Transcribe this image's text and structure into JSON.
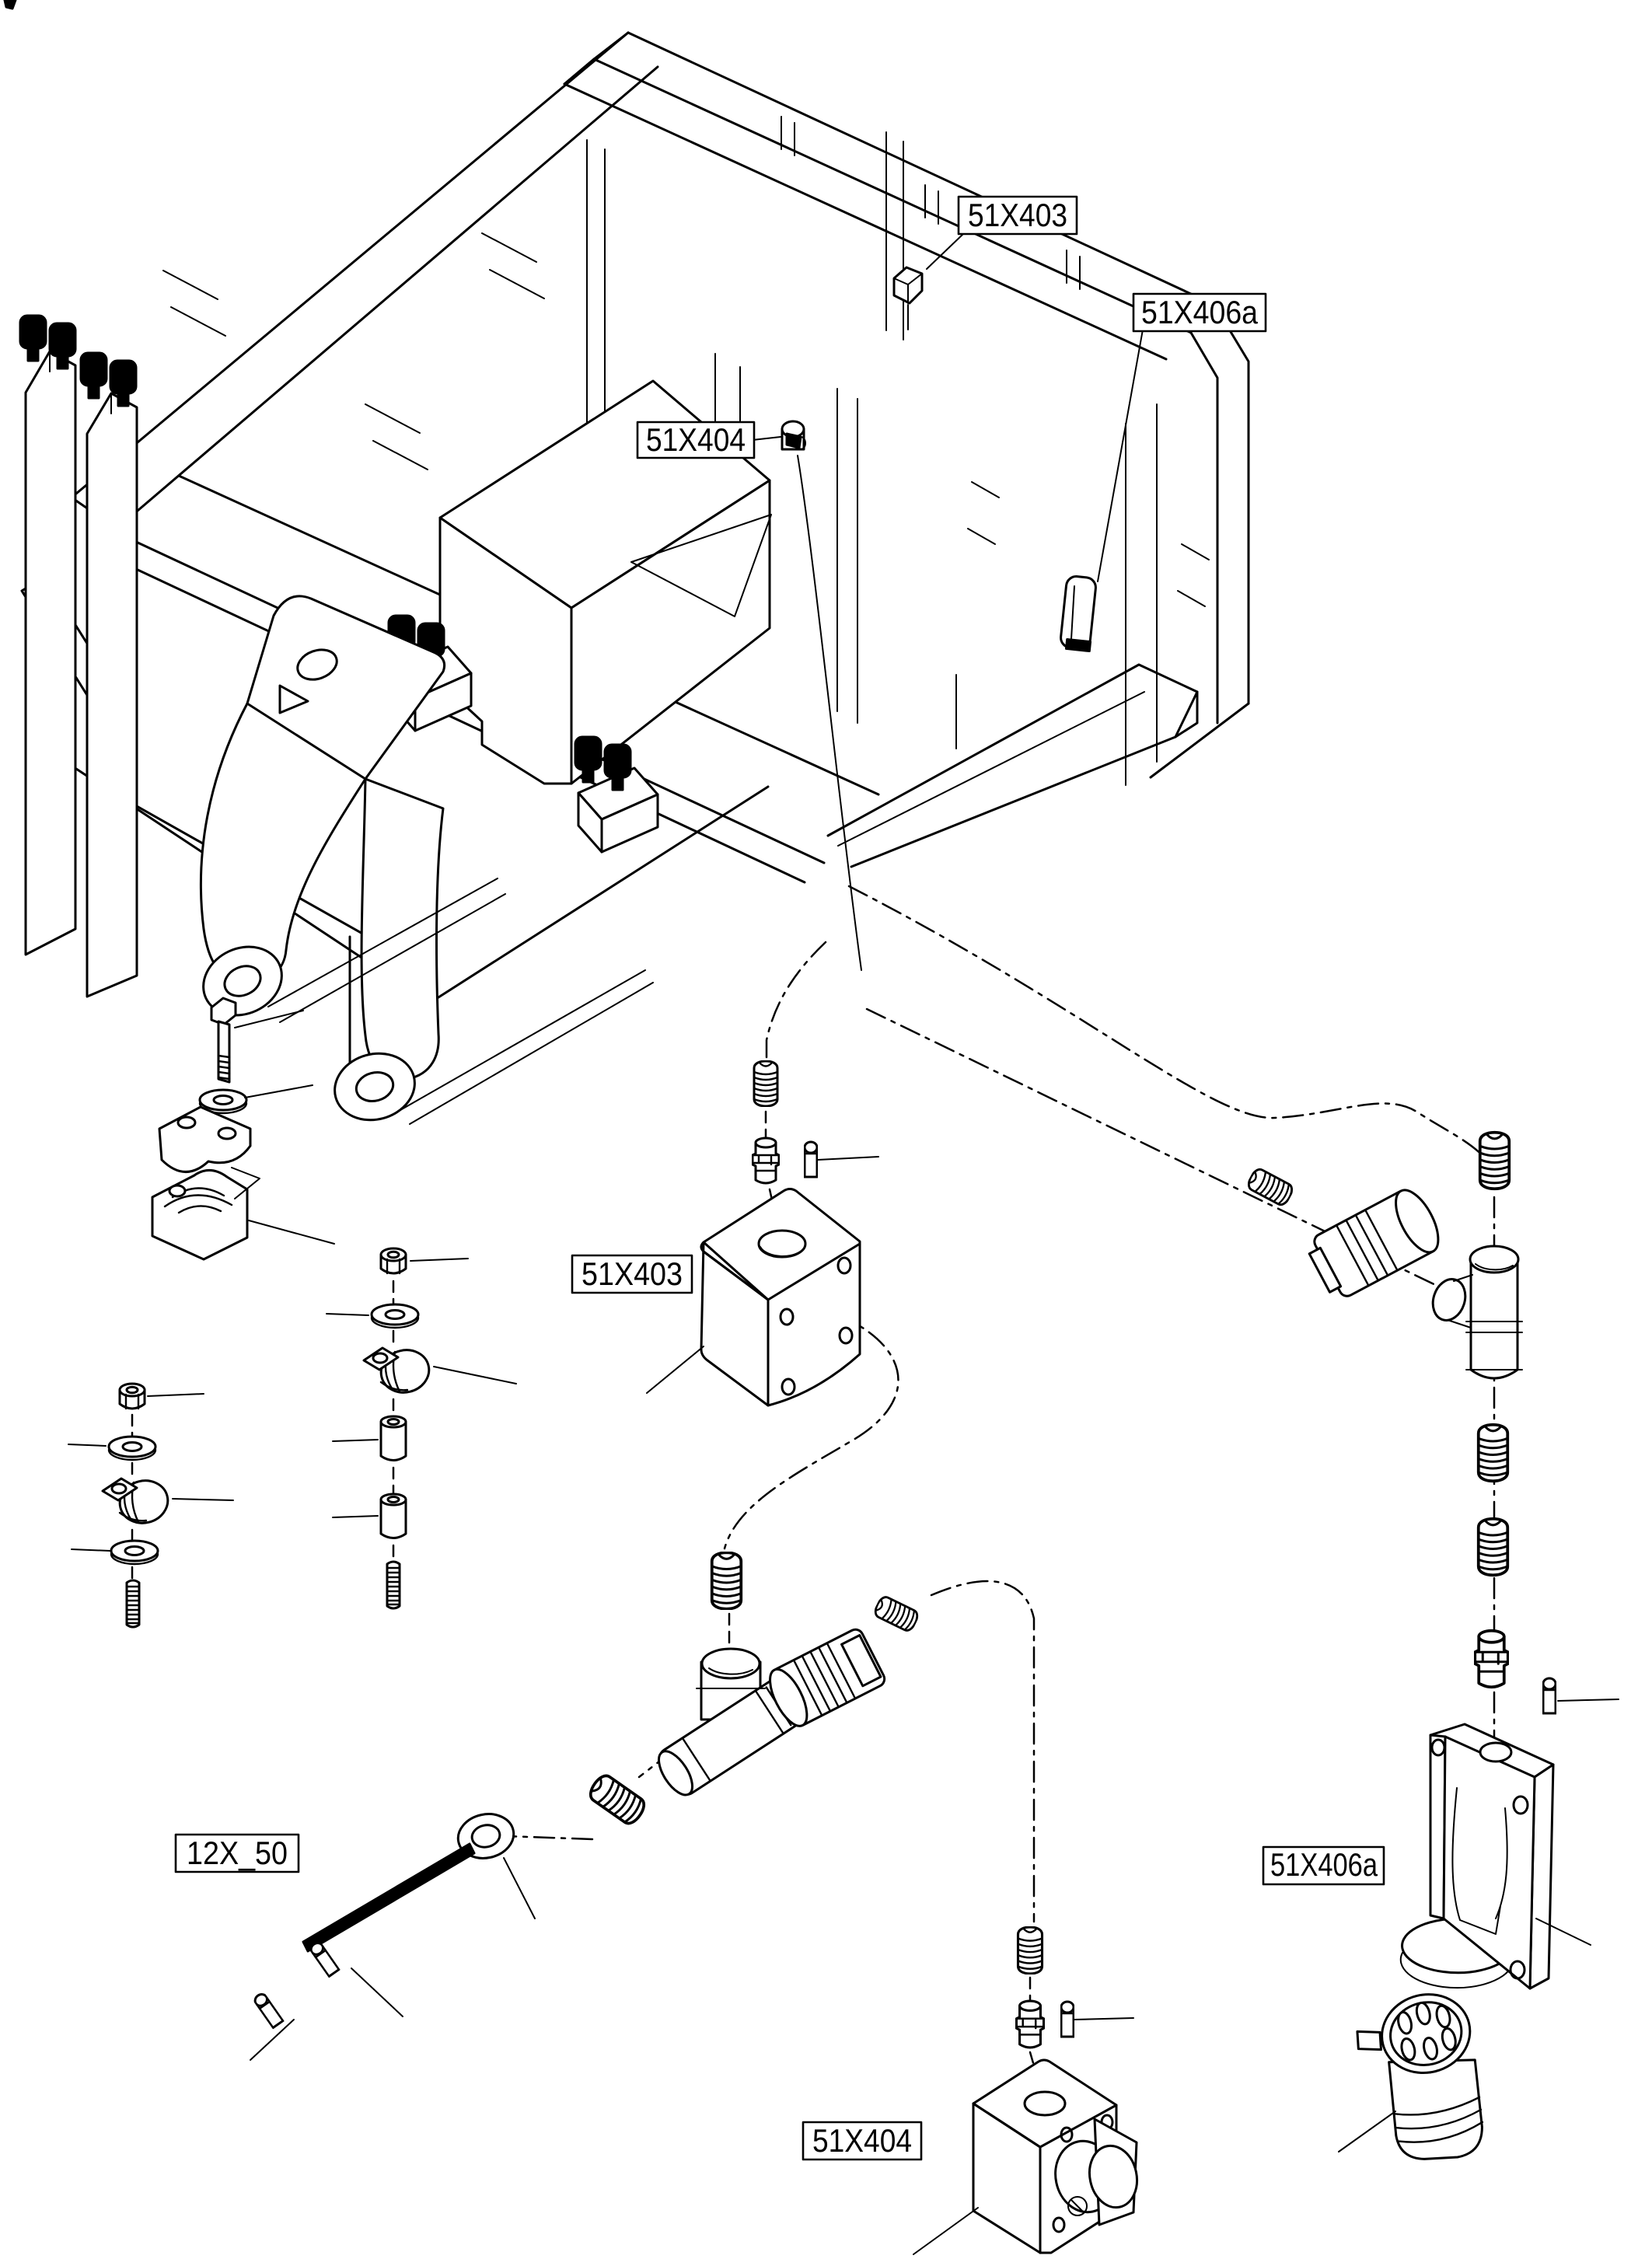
{
  "page": {
    "background": "#ffffff",
    "line_color": "#000000",
    "type": "exploded-parts-diagram"
  },
  "diagram": {
    "labels": {
      "frame_ref_51x403": "51X403",
      "frame_ref_51x406a": "51X406a",
      "frame_ref_51x404": "51X404",
      "block_ref_51x403": "51X403",
      "hose_ref_12x50": "12X_50",
      "bracket_ref_51x406a": "51X406a",
      "block_ref_51x404": "51X404"
    }
  }
}
